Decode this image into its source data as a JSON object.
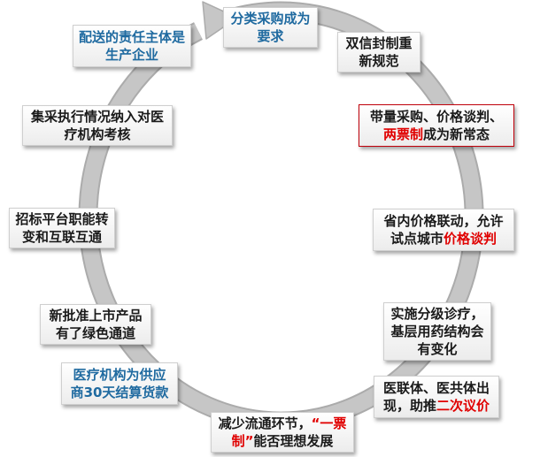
{
  "colors": {
    "ring": "#c6c6c6",
    "ring_edge": "#ababab",
    "text": "#1a1a1a",
    "blue": "#1f6aa0",
    "red": "#e00000",
    "border_red": "#c0000a"
  },
  "boxes": {
    "top": {
      "text": "分类采购成为要求"
    },
    "b1": {
      "text": "双信封制重新规范"
    },
    "b2": {
      "pre": "带量采购、价格谈判、",
      "hl": "两票制",
      "post": "成为新常态"
    },
    "b3": {
      "pre": "省内价格联动，允许试点城市",
      "hl": "价格谈判"
    },
    "b4": {
      "text": "实施分级诊疗，基层用药结构会有变化"
    },
    "b5": {
      "pre": "医联体、医共体出现，助推",
      "hl": "二次议价"
    },
    "b6": {
      "pre": "减少流通环节，",
      "hl": "“一票制”",
      "post": "能否理想发展"
    },
    "b7": {
      "text": "医疗机构为供应商30天结算货款"
    },
    "b8": {
      "text": "新批准上市产品有了绿色通道"
    },
    "b9": {
      "text": "招标平台职能转变和互联互通"
    },
    "b10": {
      "text": "集采执行情况纳入对医疗机构考核"
    },
    "b11": {
      "text": "配送的责任主体是生产企业"
    }
  }
}
